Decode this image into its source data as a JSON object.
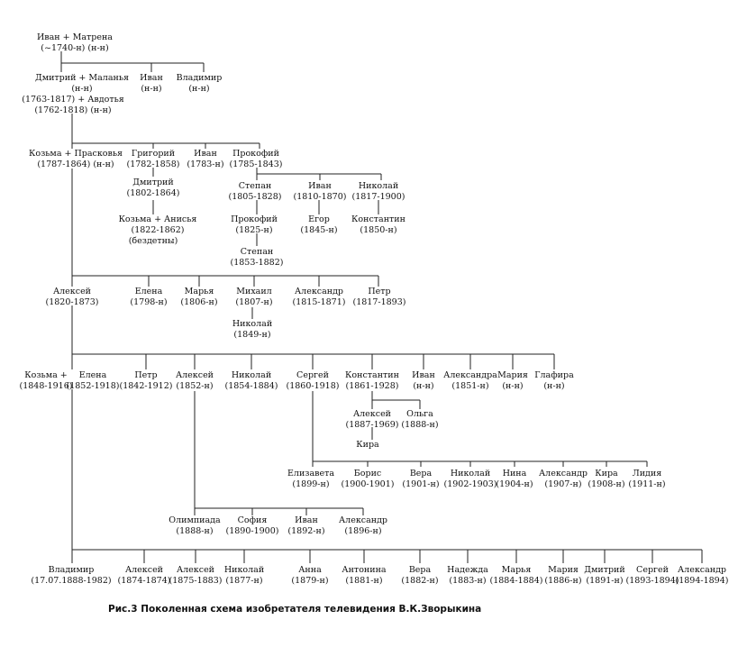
{
  "caption": "Рис.3 Поколенная схема изобретателя телевидения В.К.Зворыкина",
  "generations": [
    [
      {
        "name": "Иван + Матрена",
        "dates": "(~1740-н)   (н-н)"
      }
    ],
    [
      {
        "name": "Дмитрий  +  Маланья",
        "dates": "(н-н)"
      },
      {
        "name": "Иван",
        "dates": "(н-н)"
      },
      {
        "name": "Владимир",
        "dates": "(н-н)"
      },
      {
        "name": "(1763-1817) + Авдотья",
        "dates": "(1762-1818)     (н-н)"
      }
    ],
    [
      {
        "name": "Козьма + Прасковья",
        "dates": "(1787-1864)     (н-н)"
      },
      {
        "name": "Григорий",
        "dates": "(1782-1858)"
      },
      {
        "name": "Иван",
        "dates": "(1783-н)"
      },
      {
        "name": "Прокофий",
        "dates": "(1785-1843)"
      },
      {
        "name": "Дмитрий",
        "dates": "(1802-1864)"
      },
      {
        "name": "Козьма + Анисья",
        "dates": "(1822-1862)"
      },
      {
        "name": "(бездетны)",
        "dates": ""
      },
      {
        "name": "Степан",
        "dates": "(1805-1828)"
      },
      {
        "name": "Иван",
        "dates": "(1810-1870)"
      },
      {
        "name": "Николай",
        "dates": "(1817-1900)"
      },
      {
        "name": "Прокофий",
        "dates": "(1825-н)"
      },
      {
        "name": "Егор",
        "dates": "(1845-н)"
      },
      {
        "name": "Константин",
        "dates": "(1850-н)"
      },
      {
        "name": "Степан",
        "dates": "(1853-1882)"
      }
    ],
    [
      {
        "name": "Алексей",
        "dates": "(1820-1873)"
      },
      {
        "name": "Елена",
        "dates": "(1798-н)"
      },
      {
        "name": "Марья",
        "dates": "(1806-н)"
      },
      {
        "name": "Михаил",
        "dates": "(1807-н)"
      },
      {
        "name": "Александр",
        "dates": "(1815-1871)"
      },
      {
        "name": "Петр",
        "dates": "(1817-1893)"
      },
      {
        "name": "Николай",
        "dates": "(1849-н)"
      }
    ],
    [
      {
        "name": "Козьма +",
        "dates": "(1848-1916)"
      },
      {
        "name": "Елена",
        "dates": "(1852-1918)"
      },
      {
        "name": "Петр",
        "dates": "(1842-1912)"
      },
      {
        "name": "Алексей",
        "dates": "(1852-н)"
      },
      {
        "name": "Николай",
        "dates": "(1854-1884)"
      },
      {
        "name": "Сергей",
        "dates": "(1860-1918)"
      },
      {
        "name": "Константин",
        "dates": "(1861-1928)"
      },
      {
        "name": "Иван",
        "dates": "(н-н)"
      },
      {
        "name": "Александра",
        "dates": "(1851-н)"
      },
      {
        "name": "Мария",
        "dates": "(н-н)"
      },
      {
        "name": "Глафира",
        "dates": "(н-н)"
      },
      {
        "name": "Алексей",
        "dates": "(1887-1969)"
      },
      {
        "name": "Ольга",
        "dates": "(1888-н)"
      },
      {
        "name": "Кира",
        "dates": ""
      },
      {
        "name": "Елизавета",
        "dates": "(1899-н)"
      },
      {
        "name": "Борис",
        "dates": "(1900-1901)"
      },
      {
        "name": "Вера",
        "dates": "(1901-н)"
      },
      {
        "name": "Николай",
        "dates": "(1902-1903)"
      },
      {
        "name": "Нина",
        "dates": "(1904-н)"
      },
      {
        "name": "Александр",
        "dates": "(1907-н)"
      },
      {
        "name": "Кира",
        "dates": "(1908-н)"
      },
      {
        "name": "Лидия",
        "dates": "(1911-н)"
      },
      {
        "name": "Олимпиада",
        "dates": "(1888-н)"
      },
      {
        "name": "София",
        "dates": "(1890-1900)"
      },
      {
        "name": "Иван",
        "dates": "(1892-н)"
      },
      {
        "name": "Александр",
        "dates": "(1896-н)"
      }
    ],
    [
      {
        "name": "Владимир",
        "dates": "(17.07.1888-1982)"
      },
      {
        "name": "Алексей",
        "dates": "(1874-1874)"
      },
      {
        "name": "Алексей",
        "dates": "(1875-1883)"
      },
      {
        "name": "Николай",
        "dates": "(1877-н)"
      },
      {
        "name": "Анна",
        "dates": "(1879-н)"
      },
      {
        "name": "Антонина",
        "dates": "(1881-н)"
      },
      {
        "name": "Вера",
        "dates": "(1882-н)"
      },
      {
        "name": "Надежда",
        "dates": "(1883-н)"
      },
      {
        "name": "Марья",
        "dates": "(1884-1884)"
      },
      {
        "name": "Мария",
        "dates": "(1886-н)"
      },
      {
        "name": "Дмитрий",
        "dates": "(1891-н)"
      },
      {
        "name": "Сергей",
        "dates": "(1893-1894)"
      },
      {
        "name": "Александр",
        "dates": "(1894-1894)"
      }
    ]
  ]
}
